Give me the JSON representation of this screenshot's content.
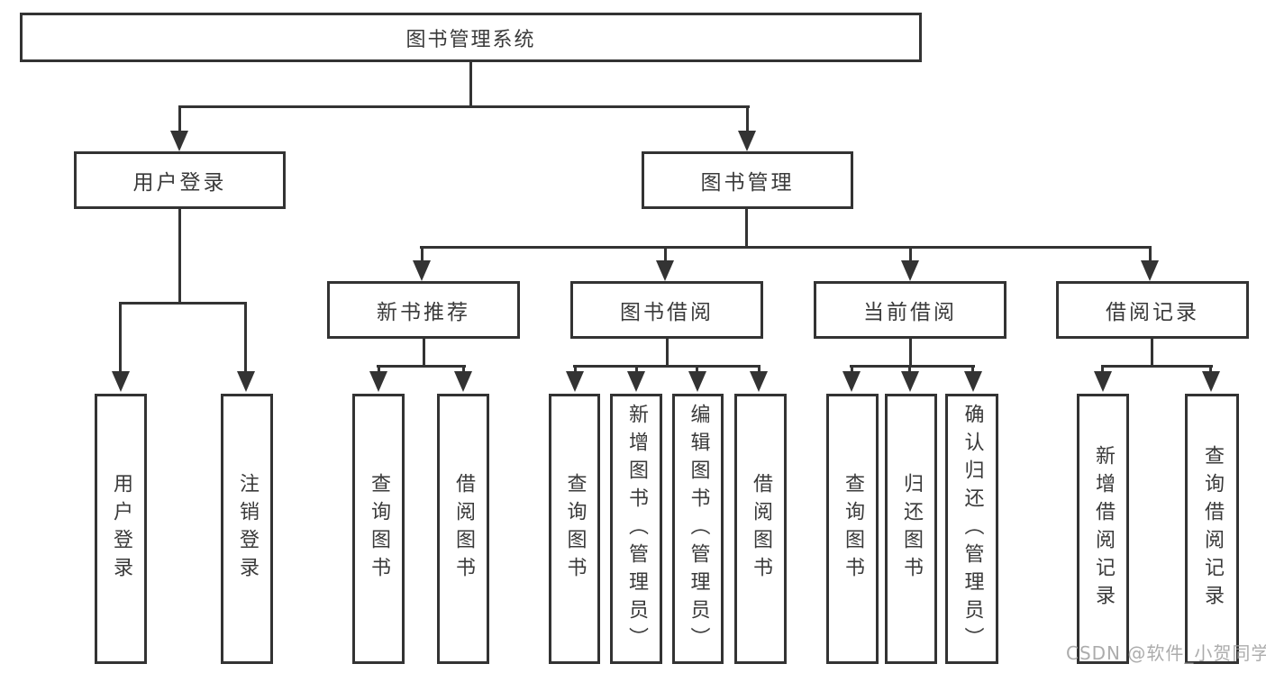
{
  "tree": {
    "root": "图书管理系统",
    "branches": [
      {
        "label": "用户登录",
        "children": [
          "用户登录",
          "注销登录"
        ]
      },
      {
        "label": "图书管理",
        "groups": [
          {
            "label": "新书推荐",
            "children": [
              "查询图书",
              "借阅图书"
            ]
          },
          {
            "label": "图书借阅",
            "children": [
              "查询图书",
              "新增图书（管理员）",
              "编辑图书（管理员）",
              "借阅图书"
            ]
          },
          {
            "label": "当前借阅",
            "children": [
              "查询图书",
              "归还图书",
              "确认归还（管理员）"
            ]
          },
          {
            "label": "借阅记录",
            "children": [
              "新增借阅记录",
              "查询借阅记录"
            ]
          }
        ]
      }
    ]
  },
  "watermark": "CSDN @软件_小贺同学",
  "colors": {
    "line": "#333333",
    "box_fill": "#ffffff",
    "text": "#3a3a3a",
    "watermark": "#9e9e9e"
  }
}
